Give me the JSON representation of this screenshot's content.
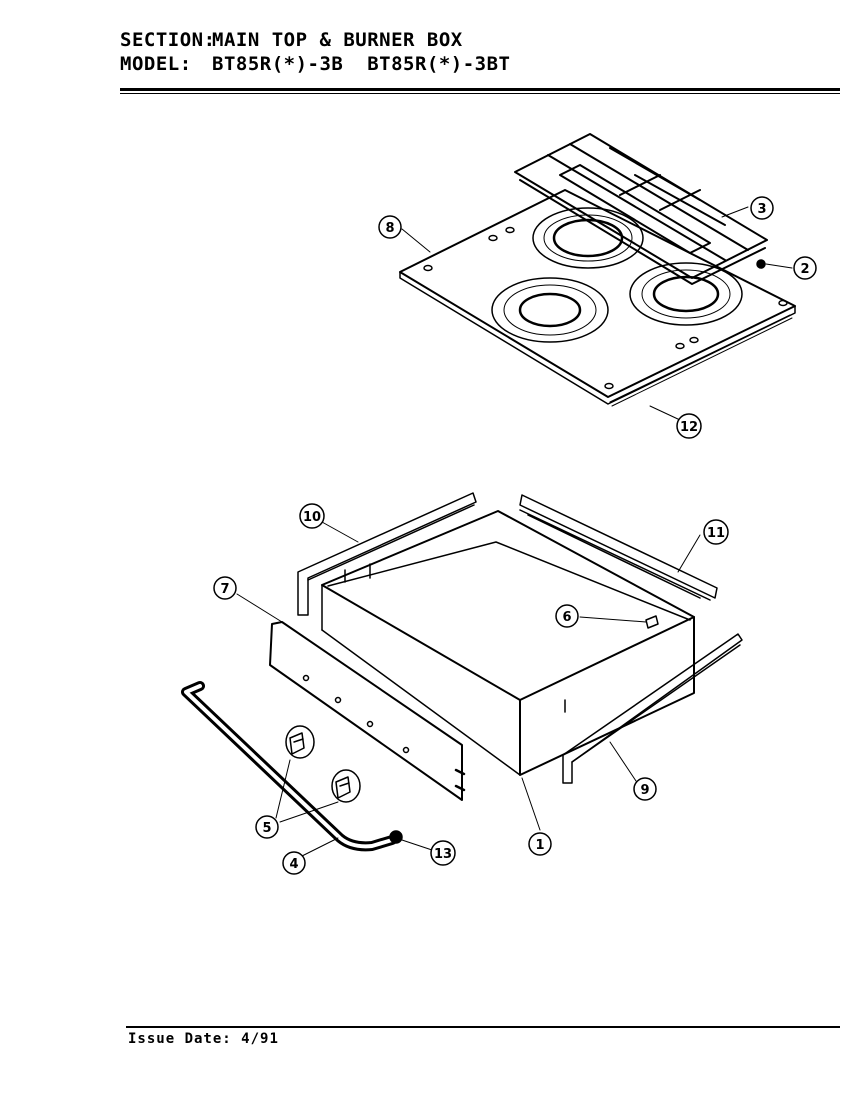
{
  "header": {
    "section_label": "SECTION:",
    "section_value": "MAIN TOP & BURNER BOX",
    "model_label": "MODEL:",
    "model_values": "BT85R(*)-3B  BT85R(*)-3BT"
  },
  "footer": {
    "issue_label": "Issue Date:",
    "issue_date": "4/91"
  },
  "callouts": {
    "c1": "1",
    "c2": "2",
    "c3": "3",
    "c4": "4",
    "c5": "5",
    "c6": "6",
    "c7": "7",
    "c8": "8",
    "c9": "9",
    "c10": "10",
    "c11": "11",
    "c12": "12",
    "c13": "13"
  }
}
